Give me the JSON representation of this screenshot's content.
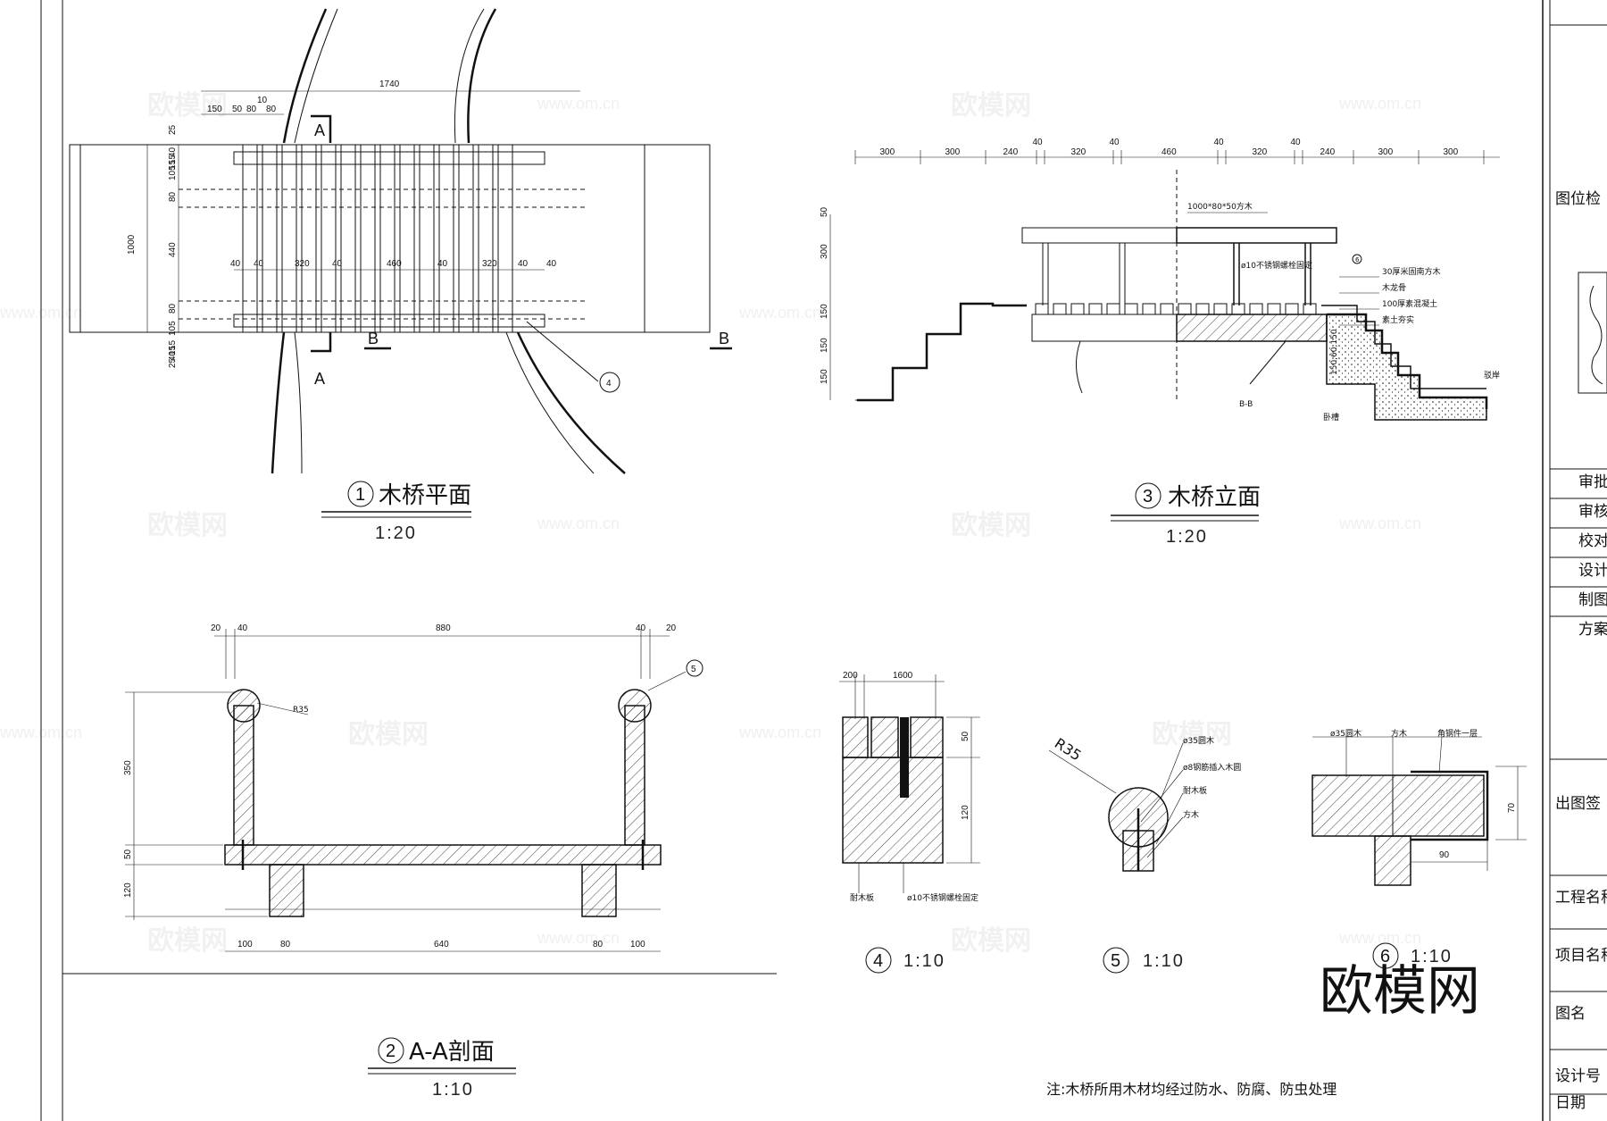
{
  "views": {
    "plan": {
      "number": "1",
      "title": "木桥平面",
      "scale": "1:20",
      "section_mark_a": "A",
      "section_mark_b": "B",
      "callout": "4"
    },
    "elevation": {
      "number": "3",
      "title": "木桥立面",
      "scale": "1:20",
      "section_label": "B-B"
    },
    "section": {
      "number": "2",
      "title": "A-A剖面",
      "scale": "1:10",
      "callout": "5",
      "radius": "R35"
    },
    "detail4": {
      "number": "4",
      "scale": "1:10"
    },
    "detail5": {
      "number": "5",
      "scale": "1:10",
      "radius": "R35"
    },
    "detail6": {
      "number": "6",
      "scale": "1:10"
    }
  },
  "plan_dims": {
    "overall": "1740",
    "top": [
      "150",
      "50",
      "80",
      "10",
      "80"
    ],
    "left_v": [
      "25",
      "40",
      "15",
      "15",
      "105",
      "80",
      "440",
      "80",
      "105",
      "15",
      "15",
      "40",
      "25"
    ],
    "total_v": "1000",
    "inner": [
      "40",
      "40",
      "320",
      "40",
      "460",
      "40",
      "320",
      "40",
      "40"
    ]
  },
  "elevation_dims": [
    "300",
    "300",
    "240",
    "40",
    "320",
    "40",
    "460",
    "40",
    "320",
    "40",
    "240",
    "300",
    "300"
  ],
  "elevation_v": [
    "50",
    "300",
    "150",
    "150",
    "150"
  ],
  "elevation_labels": {
    "beam": "1000*80*50方木",
    "bolt": "ø10不锈钢螺栓固定",
    "layer1": "30厚米固南方木",
    "layer2": "木龙骨",
    "layer3": "100厚素混凝土",
    "layer4": "素土夯实",
    "bank": "驳岸",
    "foot": "卧槽",
    "callout": "6",
    "dim_small": "150,60,150"
  },
  "section_dims": {
    "top": [
      "20",
      "40",
      "880",
      "40",
      "20"
    ],
    "bottom": [
      "100",
      "80",
      "640",
      "80",
      "100"
    ],
    "left_v": [
      "350",
      "50",
      "120"
    ]
  },
  "detail4_dims": {
    "top": [
      "200",
      "1600"
    ],
    "right_v": [
      "50",
      "120"
    ],
    "label_a": "耐木板",
    "label_b": "ø10不锈钢螺栓固定"
  },
  "detail5_labels": [
    "ø35圆木",
    "ø8钢筋插入木圆",
    "耐木板",
    "方木"
  ],
  "detail6_labels": {
    "a": "ø35圆木",
    "b": "方木",
    "c": "角钢件一层",
    "dim_h": "70",
    "dim_w": "90"
  },
  "note": "注:木桥所用木材均经过防水、防腐、防虫处理",
  "title_block": {
    "rows": [
      "图位检",
      "审批",
      "审核",
      "校对",
      "设计",
      "制图",
      "方案",
      "出图签",
      "工程名称",
      "项目名称",
      "图名",
      "设计号",
      "日期"
    ]
  },
  "watermark": {
    "brand": "欧模网",
    "url": "www.om.cn"
  }
}
